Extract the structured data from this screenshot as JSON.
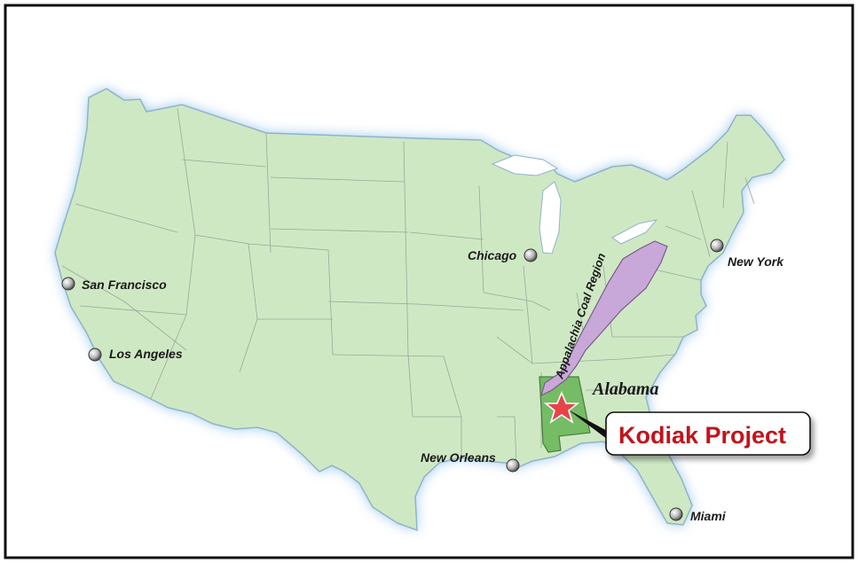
{
  "map": {
    "cities": [
      {
        "id": "san-francisco",
        "name": "San Francisco"
      },
      {
        "id": "los-angeles",
        "name": "Los Angeles"
      },
      {
        "id": "chicago",
        "name": "Chicago"
      },
      {
        "id": "new-york",
        "name": "New York"
      },
      {
        "id": "new-orleans",
        "name": "New Orleans"
      },
      {
        "id": "miami",
        "name": "Miami"
      }
    ],
    "highlighted_state": "Alabama",
    "region_label": "Appalachia Coal Region",
    "project_callout": "Kodiak Project",
    "colors": {
      "land": "#cfe8c4",
      "border": "#9aa898",
      "coast_glow": "#7fb8e8",
      "alabama": "#6cb85a",
      "coal_region": "#c8a8d8",
      "star": "#e8434b",
      "callout_text": "#c0141b"
    }
  }
}
